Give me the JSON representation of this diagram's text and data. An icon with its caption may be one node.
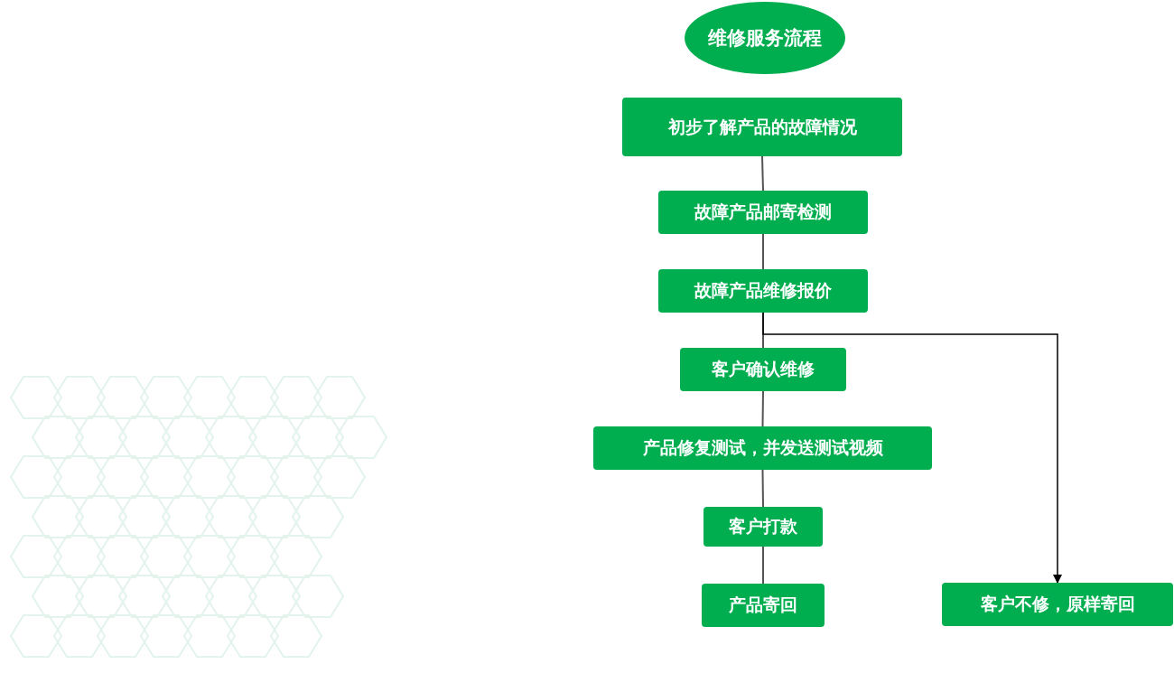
{
  "diagram": {
    "nodes": [
      {
        "text": [
          "维修服务流程"
        ]
      },
      {
        "text": [
          "初步了解产品的故障情况"
        ]
      },
      {
        "text": [
          "故障产品邮寄检测"
        ]
      },
      {
        "text": [
          "故障产品维修报价"
        ]
      },
      {
        "text": [
          "客户确认维修"
        ]
      },
      {
        "text": [
          "产品修复测试，并发送测试视频"
        ]
      },
      {
        "text": [
          "客户打款"
        ]
      },
      {
        "text": [
          "产品寄回"
        ]
      },
      {
        "text": [
          "客户不修，原样寄回"
        ]
      }
    ],
    "edges": [
      {
        "from": 1,
        "to": 2,
        "arrow": "none"
      },
      {
        "from": 2,
        "to": 3,
        "arrow": "none"
      },
      {
        "from": 3,
        "to": 4,
        "arrow": "none"
      },
      {
        "from": 4,
        "to": 5,
        "arrow": "none"
      },
      {
        "from": 5,
        "to": 6,
        "arrow": "none"
      },
      {
        "from": 6,
        "to": 7,
        "arrow": "none"
      },
      {
        "from": 3,
        "to": 8,
        "arrow": "to",
        "color": "#000000"
      }
    ]
  }
}
